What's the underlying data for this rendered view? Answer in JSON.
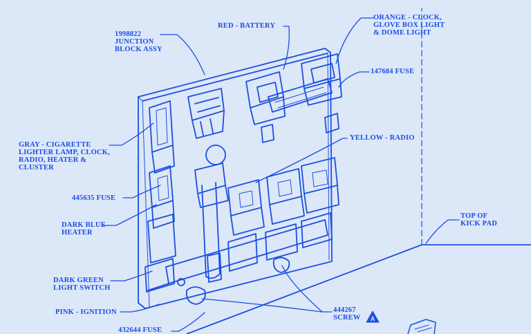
{
  "colors": {
    "background": "#dce7f8",
    "ink": "#1b4fe0"
  },
  "labels": {
    "junction": {
      "line1": "1998822",
      "line2": "JUNCTION",
      "line3": "BLOCK ASSY"
    },
    "red_battery": "RED - BATTERY",
    "orange": {
      "line1": "ORANGE - CLOCK,",
      "line2": "GLOVE BOX LIGHT",
      "line3": "& DOME LIGHT"
    },
    "fuse_147684": "147684 FUSE",
    "gray": {
      "line1": "GRAY - CIGARETTE",
      "line2": "LIGHTER LAMP, CLOCK,",
      "line3": "RADIO, HEATER &",
      "line4": "CLUSTER"
    },
    "yellow_radio": "YELLOW - RADIO",
    "fuse_445635": "445635 FUSE",
    "dark_blue": {
      "line1": "DARK BLUE",
      "line2": "HEATER"
    },
    "top_kick": {
      "line1": "TOP OF",
      "line2": "KICK PAD"
    },
    "dark_green": {
      "line1": "DARK GREEN",
      "line2": "LIGHT SWITCH"
    },
    "pink_ignition": "PINK - IGNITION",
    "screw": {
      "line1": "444267",
      "line2": "SCREW"
    },
    "fuse_432644": "432644 FUSE",
    "warning_symbol": "A"
  }
}
